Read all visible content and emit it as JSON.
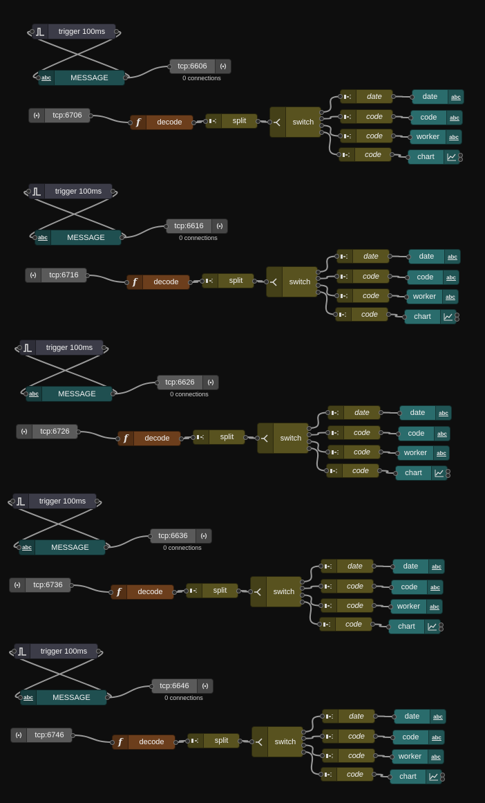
{
  "labels": {
    "trigger": "trigger 100ms",
    "message": "MESSAGE",
    "connections": "0 connections",
    "decode": "decode",
    "split": "split",
    "switch": "switch",
    "change_date": "date",
    "change_code": "code",
    "out_date": "date",
    "out_code": "code",
    "out_worker": "worker",
    "out_chart": "chart"
  },
  "groups": [
    {
      "server_label": "tcp:6606",
      "input_label": "tcp:6706"
    },
    {
      "server_label": "tcp:6616",
      "input_label": "tcp:6716"
    },
    {
      "server_label": "tcp:6626",
      "input_label": "tcp:6726"
    },
    {
      "server_label": "tcp:6636",
      "input_label": "tcp:6736"
    },
    {
      "server_label": "tcp:6646",
      "input_label": "tcp:6746"
    }
  ],
  "colors": {
    "background": "#0e0e0e",
    "wire": "#9a9a9a",
    "trigger": "#3c3c48",
    "message": "#1f4f50",
    "tcp": "#5a5a5a",
    "decode": "#6c3e1c",
    "switch": "#58521f",
    "text_output": "#2a6c6c"
  },
  "icons": {
    "trigger": "pulse-icon",
    "message": "abc-text-icon",
    "tcp": "broadcast-signal-icon",
    "decode": "function-icon",
    "split": "split-arrow-icon",
    "switch": "switch-branch-icon",
    "change": "change-arrow-icon",
    "chart": "line-chart-icon"
  }
}
